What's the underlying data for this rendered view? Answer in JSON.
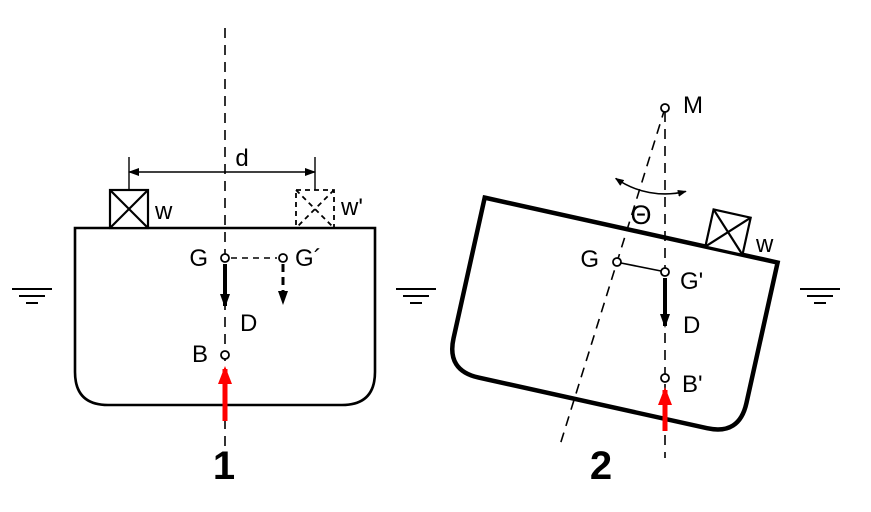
{
  "colors": {
    "line": "#000000",
    "buoyancy_force": "#ff0000",
    "background": "#ffffff"
  },
  "fig1": {
    "number": "1",
    "labels": {
      "weight": "w",
      "weight_shifted": "w'",
      "shift_distance": "d",
      "center_of_gravity": "G",
      "center_of_gravity_shifted": "G´",
      "displacement": "D",
      "center_of_buoyancy": "B"
    }
  },
  "fig2": {
    "number": "2",
    "labels": {
      "metacenter": "M",
      "heel_angle": "Θ",
      "center_of_gravity": "G",
      "center_of_gravity_shifted": "G'",
      "weight": "w",
      "displacement": "D",
      "center_of_buoyancy": "B'"
    }
  }
}
